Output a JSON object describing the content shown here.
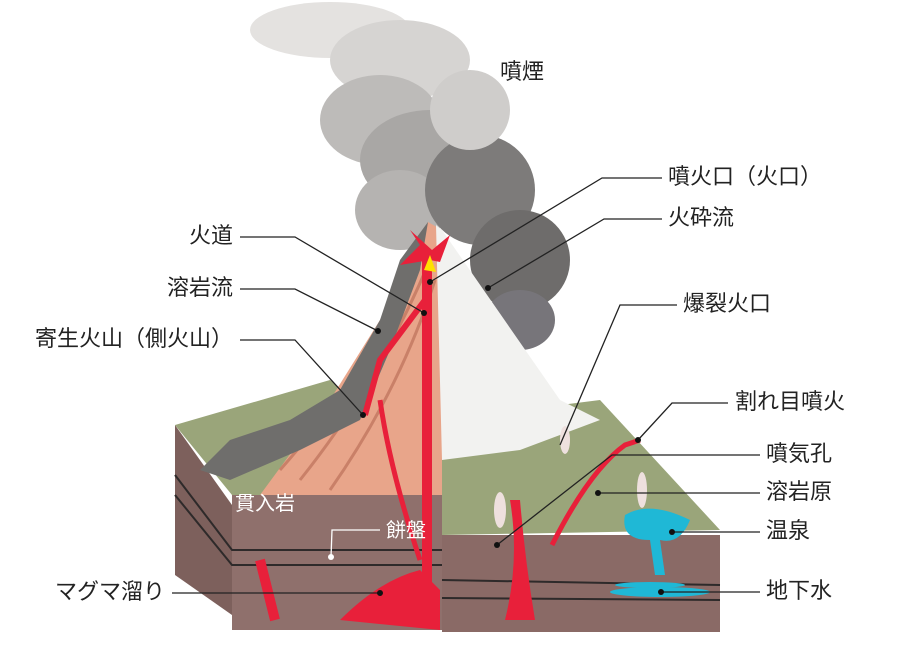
{
  "labels": {
    "plume": "噴煙",
    "crater": "噴火口（火口）",
    "pyroclastic_flow": "火砕流",
    "conduit": "火道",
    "lava_flow": "溶岩流",
    "parasitic_volcano": "寄生火山（側火山）",
    "explosion_crater": "爆裂火口",
    "fissure_eruption": "割れ目噴火",
    "fumarole": "噴気孔",
    "lava_plain": "溶岩原",
    "hot_spring": "温泉",
    "groundwater": "地下水",
    "intrusive_rock": "貫入岩",
    "laccolith": "餅盤",
    "magma_chamber": "マグマ溜り"
  },
  "colors": {
    "magma": "#e8203a",
    "water": "#1fb8d6",
    "smoke": "#9a9a9a",
    "ground_top": "#9aa57a",
    "strata": "#8a6a66",
    "cone": "#e8a58a"
  }
}
